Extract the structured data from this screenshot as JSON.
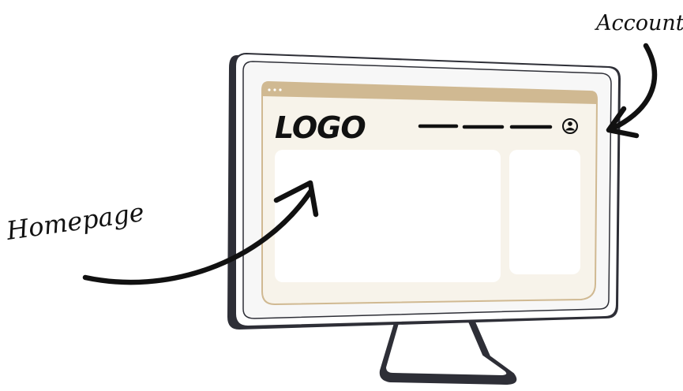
{
  "annotations": {
    "account": "Account",
    "homepage": "Homepage"
  },
  "screen": {
    "logo": "LOGO",
    "nav_items": [
      "nav-1",
      "nav-2",
      "nav-3"
    ],
    "window_dots": 3
  },
  "icons": {
    "account": "user-circle-icon",
    "window_controls": "window-dots-icon"
  },
  "colors": {
    "monitor_frame": "#2e2f37",
    "bezel": "#f7f7f7",
    "browser_bar": "#d0b992",
    "browser_body": "#f7f3ea",
    "card": "#ffffff",
    "ink": "#111111"
  }
}
